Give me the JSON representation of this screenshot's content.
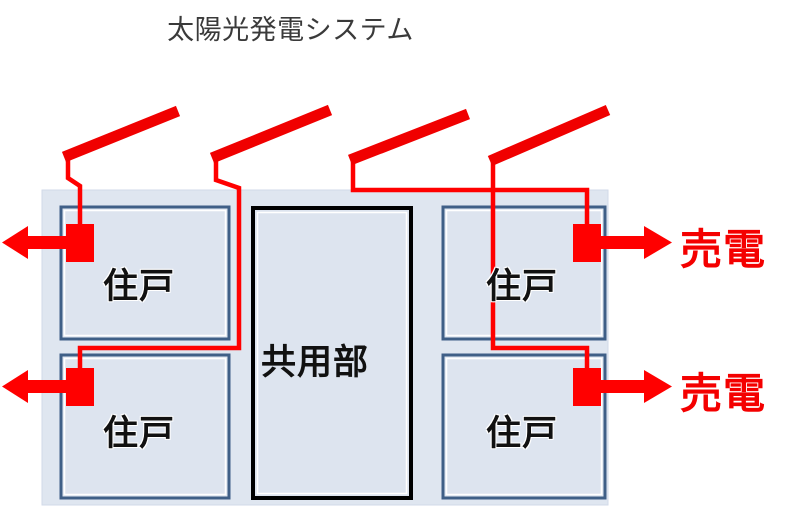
{
  "title": "太陽光発電システム",
  "colors": {
    "building_fill": "#dfe6f0",
    "unit_fill": "#dde4ef",
    "unit_border": "#3f5f87",
    "common_border": "#000000",
    "wire_red": "#ff0000",
    "panel_red": "#f00000",
    "sell_text": "#f40000",
    "title_text": "#3a3a3a"
  },
  "building": {
    "name": "apartment-building",
    "common_area": {
      "label": "共用部"
    },
    "units": [
      {
        "id": "unit-top-left",
        "label": "住戸",
        "position": "top-left"
      },
      {
        "id": "unit-bottom-left",
        "label": "住戸",
        "position": "bottom-left"
      },
      {
        "id": "unit-top-right",
        "label": "住戸",
        "position": "top-right"
      },
      {
        "id": "unit-bottom-right",
        "label": "住戸",
        "position": "bottom-right"
      }
    ]
  },
  "solar_panels": [
    {
      "id": "solar-panel-1",
      "feeds": "unit-top-left"
    },
    {
      "id": "solar-panel-2",
      "feeds": "unit-bottom-left"
    },
    {
      "id": "solar-panel-3",
      "feeds": "unit-top-right"
    },
    {
      "id": "solar-panel-4",
      "feeds": "unit-bottom-right"
    }
  ],
  "meters": [
    {
      "id": "meter-top-left",
      "direction": "left"
    },
    {
      "id": "meter-bottom-left",
      "direction": "left"
    },
    {
      "id": "meter-top-right",
      "direction": "right"
    },
    {
      "id": "meter-bottom-right",
      "direction": "right"
    }
  ],
  "sell_labels": [
    {
      "id": "sell-label-top",
      "text": "売電"
    },
    {
      "id": "sell-label-bottom",
      "text": "売電"
    }
  ]
}
